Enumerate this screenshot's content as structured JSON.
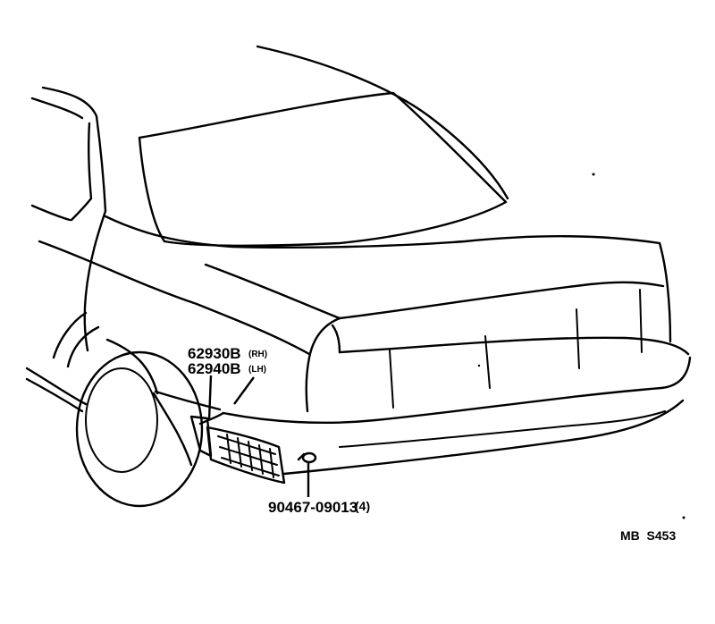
{
  "parts": [
    {
      "number": "62930B",
      "side": "(RH)"
    },
    {
      "number": "62940B",
      "side": "(LH)"
    }
  ],
  "clip": {
    "number": "90467-09013",
    "qty": "(4)"
  },
  "figure_ref": "MB  S453"
}
